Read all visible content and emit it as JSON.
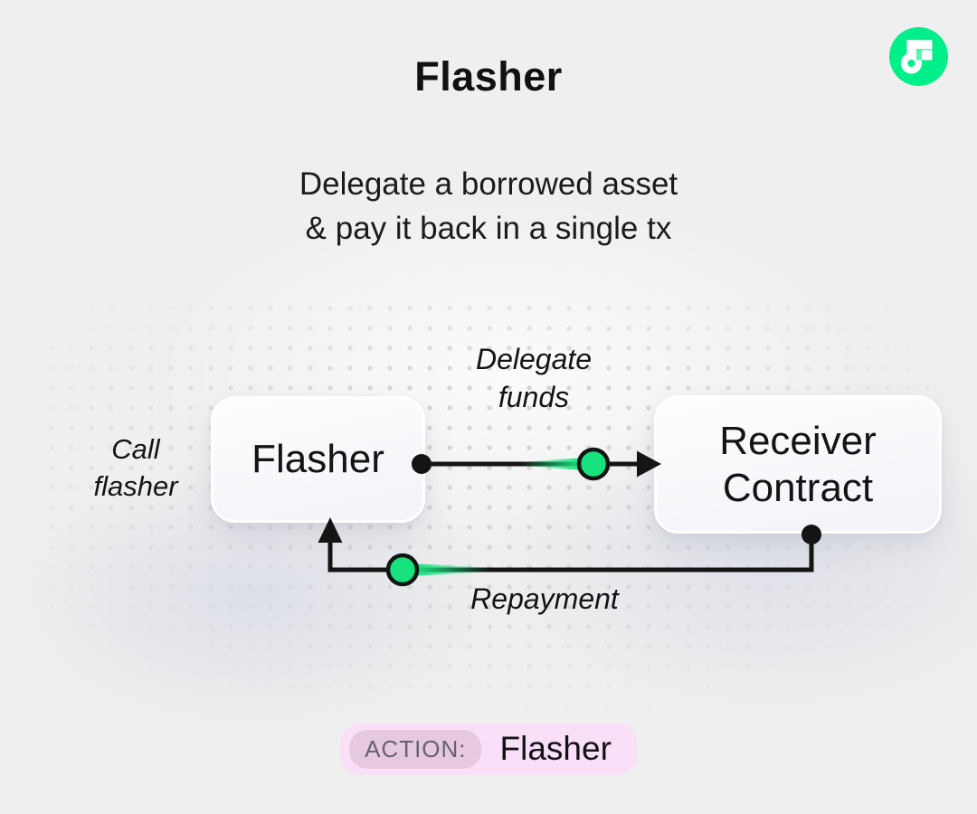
{
  "page": {
    "title": "Flasher",
    "subtitle": "Delegate a borrowed asset\n& pay it back in a single tx"
  },
  "logo": {
    "name": "flow-logo",
    "circle_color": "#00EF8B",
    "accent_square_color": "#5FF2B1"
  },
  "diagram": {
    "annotation": "Call\nflasher",
    "nodes": [
      {
        "id": "flasher",
        "label": "Flasher"
      },
      {
        "id": "receiver-contract",
        "label": "Receiver\nContract"
      }
    ],
    "edges": [
      {
        "id": "delegate-funds",
        "label": "Delegate\nfunds",
        "from": "flasher",
        "to": "receiver-contract",
        "direction": "right"
      },
      {
        "id": "repayment",
        "label": "Repayment",
        "from": "receiver-contract",
        "to": "flasher",
        "direction": "left"
      }
    ],
    "token_color": "#17E27E",
    "line_color": "#141414",
    "dot_grid_color": "#D5D5D8"
  },
  "action_badge": {
    "label": "ACTION:",
    "value": "Flasher",
    "badge_bg": "#F9DFF7",
    "label_bg": "#E6C9E1"
  }
}
